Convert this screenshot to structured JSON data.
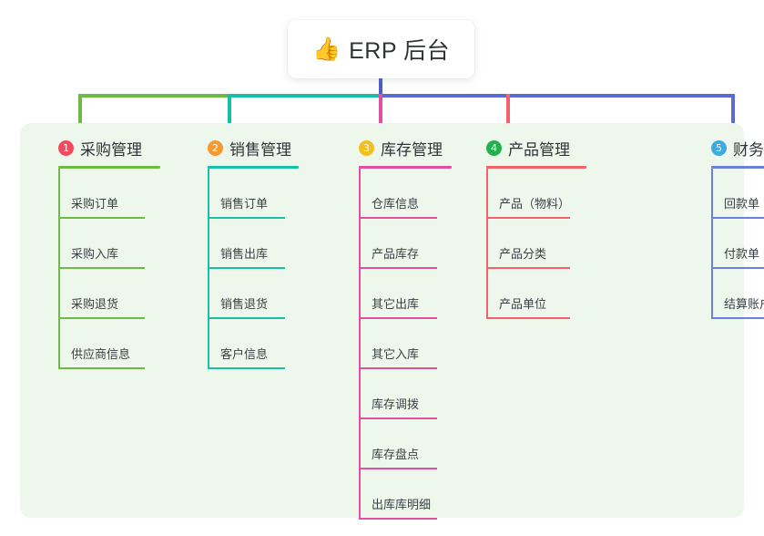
{
  "root": {
    "icon": "thumbs-up-icon",
    "icon_glyph": "👍",
    "title": "ERP 后台"
  },
  "palette": {
    "panel_bg": "#eef7ec",
    "page_bg": "#ffffff",
    "stem": "#4e5dc8",
    "col1": "#6fba44",
    "col2": "#1bbfa8",
    "col3": "#e24fa0",
    "col4": "#f4616a",
    "col5": "#6b7fdd",
    "badge1": "#f4495c",
    "badge2": "#f39a32",
    "badge3": "#f2c01e",
    "badge4": "#22b14c",
    "badge5": "#3fa9e0"
  },
  "columns": [
    {
      "number": "1",
      "title": "采购管理",
      "badge_color": "#f4495c",
      "line_color": "#6fba44",
      "items": [
        "采购订单",
        "采购入库",
        "采购退货",
        "供应商信息"
      ]
    },
    {
      "number": "2",
      "title": "销售管理",
      "badge_color": "#f39a32",
      "line_color": "#1bbfa8",
      "items": [
        "销售订单",
        "销售出库",
        "销售退货",
        "客户信息"
      ]
    },
    {
      "number": "3",
      "title": "库存管理",
      "badge_color": "#f2c01e",
      "line_color": "#e24fa0",
      "items": [
        "仓库信息",
        "产品库存",
        "其它出库",
        "其它入库",
        "库存调拨",
        "库存盘点",
        "出库库明细"
      ]
    },
    {
      "number": "4",
      "title": "产品管理",
      "badge_color": "#22b14c",
      "line_color": "#f4616a",
      "items": [
        "产品（物料）",
        "产品分类",
        "产品单位"
      ]
    },
    {
      "number": "5",
      "title": "财务管理",
      "badge_color": "#3fa9e0",
      "line_color": "#6b7fdd",
      "items": [
        "回款单",
        "付款单",
        "结算账户"
      ]
    }
  ]
}
